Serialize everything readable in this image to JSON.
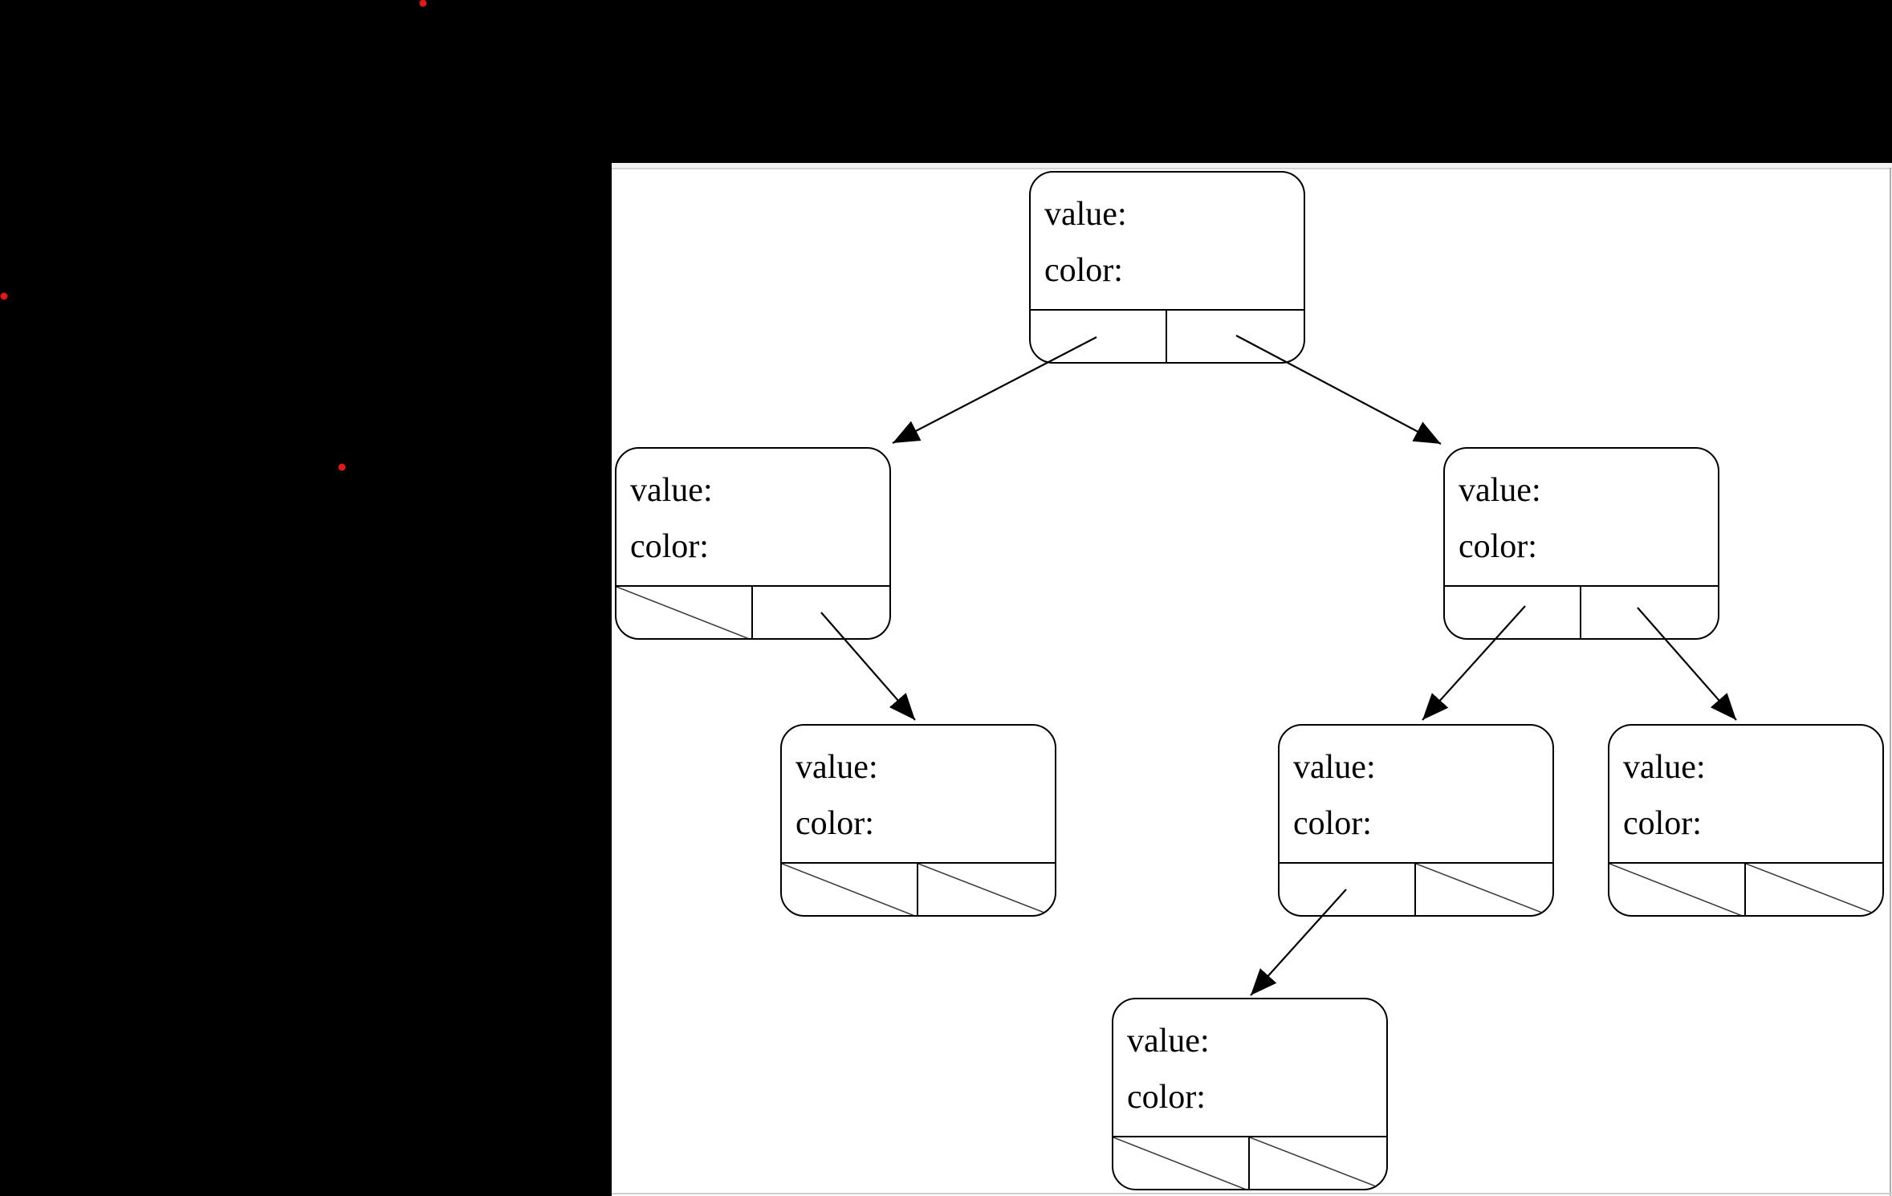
{
  "page": {
    "background_color": "#000000",
    "document_background_color": "#ffffff",
    "top_strip_color": "#f2f2f2",
    "border_line_color": "#d4d4d4",
    "red_marker_color": "#de1a14",
    "red_marker_count": 3
  },
  "diagram": {
    "type": "binary-tree-node-records",
    "node_count": 7,
    "edge_count": 6,
    "nodes": [
      {
        "id": "root",
        "value_label": "value:",
        "color_label": "color:",
        "left_child": "left",
        "right_child": "right"
      },
      {
        "id": "left",
        "value_label": "value:",
        "color_label": "color:",
        "left_child": null,
        "right_child": "left-right"
      },
      {
        "id": "right",
        "value_label": "value:",
        "color_label": "color:",
        "left_child": "right-left",
        "right_child": "right-right"
      },
      {
        "id": "left-right",
        "value_label": "value:",
        "color_label": "color:",
        "left_child": null,
        "right_child": null
      },
      {
        "id": "right-left",
        "value_label": "value:",
        "color_label": "color:",
        "left_child": "right-left-left",
        "right_child": null
      },
      {
        "id": "right-right",
        "value_label": "value:",
        "color_label": "color:",
        "left_child": null,
        "right_child": null
      },
      {
        "id": "right-left-left",
        "value_label": "value:",
        "color_label": "color:",
        "left_child": null,
        "right_child": null
      }
    ]
  }
}
